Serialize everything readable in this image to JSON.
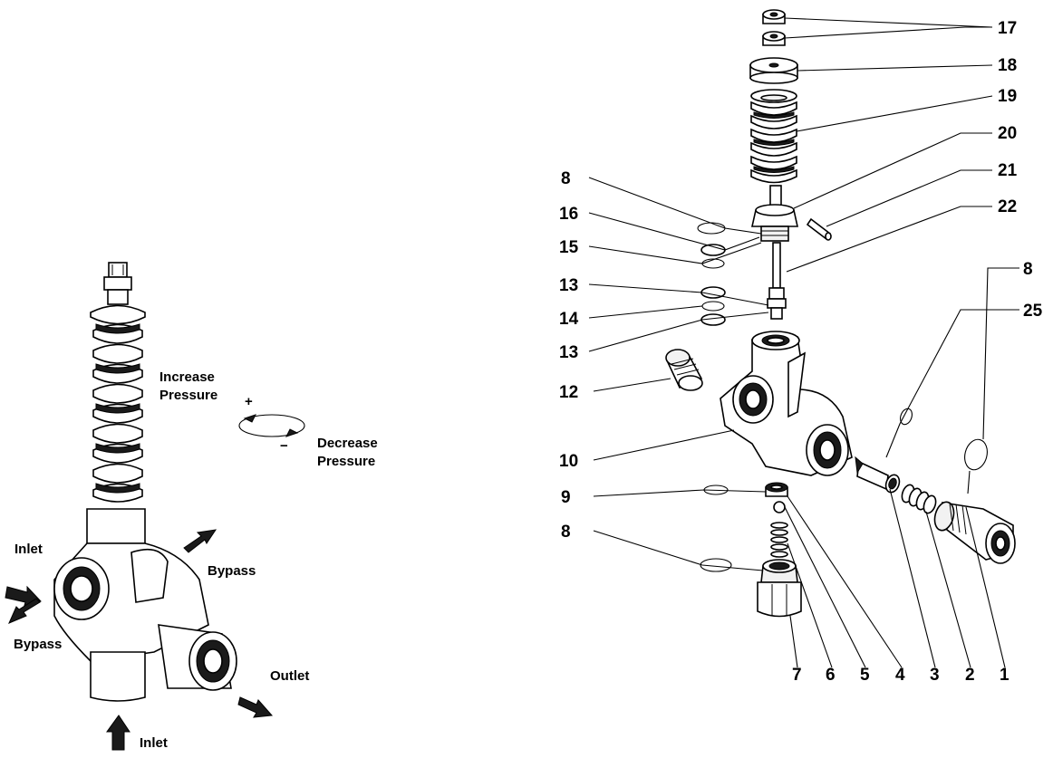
{
  "assembly": {
    "labels": {
      "increase_pressure_1": "Increase",
      "increase_pressure_2": "Pressure",
      "plus": "+",
      "minus": "−",
      "decrease_pressure_1": "Decrease",
      "decrease_pressure_2": "Pressure",
      "inlet_side": "Inlet",
      "bypass_top": "Bypass",
      "bypass_left": "Bypass",
      "outlet": "Outlet",
      "inlet_bottom": "Inlet"
    }
  },
  "exploded": {
    "callouts": {
      "n1": "1",
      "n2": "2",
      "n3": "3",
      "n4": "4",
      "n5": "5",
      "n6": "6",
      "n7": "7",
      "n8_top": "8",
      "n8_mid": "8",
      "n8_right": "8",
      "n9": "9",
      "n10": "10",
      "n12": "12",
      "n13_top": "13",
      "n13_bottom": "13",
      "n14": "14",
      "n15": "15",
      "n16": "16",
      "n17": "17",
      "n18": "18",
      "n19": "19",
      "n20": "20",
      "n21": "21",
      "n22": "22",
      "n25": "25"
    }
  }
}
